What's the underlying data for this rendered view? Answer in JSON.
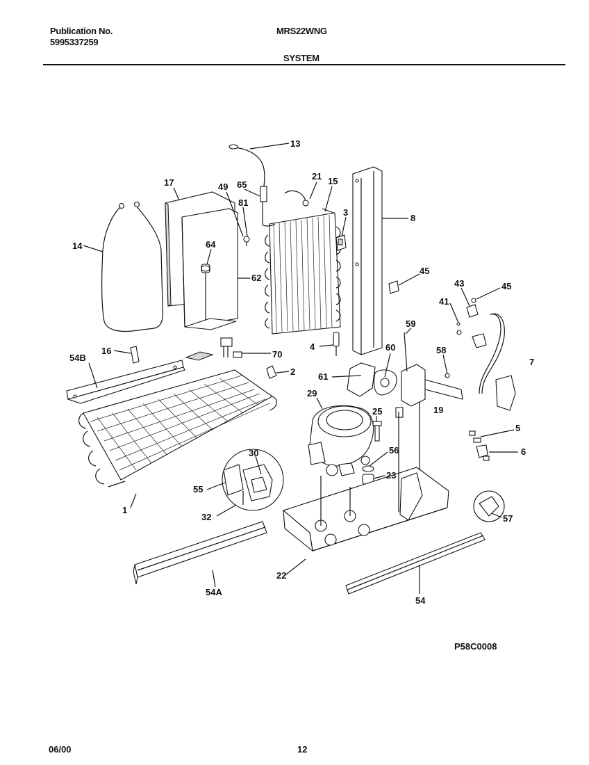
{
  "header": {
    "publication_label": "Publication No.",
    "publication_number": "5995337259",
    "model": "MRS22WNG",
    "section": "SYSTEM"
  },
  "footer": {
    "date": "06/00",
    "page": "12",
    "drawing_code": "P58C0008"
  },
  "callouts": [
    "13",
    "17",
    "49",
    "65",
    "21",
    "15",
    "81",
    "3",
    "8",
    "14",
    "64",
    "62",
    "45",
    "43",
    "45",
    "41",
    "59",
    "16",
    "70",
    "4",
    "60",
    "58",
    "7",
    "54B",
    "2",
    "61",
    "29",
    "25",
    "19",
    "5",
    "6",
    "30",
    "56",
    "23",
    "55",
    "57",
    "1",
    "32",
    "22",
    "54A",
    "54"
  ]
}
